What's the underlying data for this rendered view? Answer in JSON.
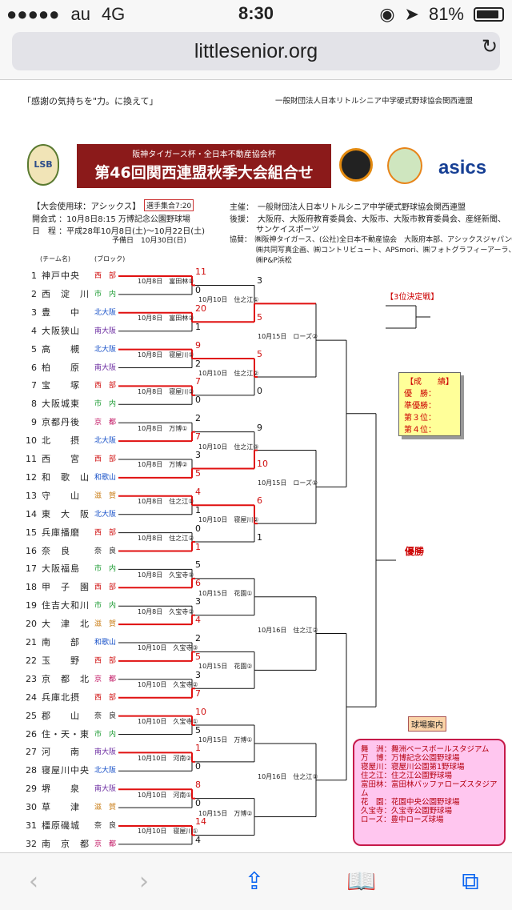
{
  "status": {
    "signal": "●●●●●",
    "carrier": "au",
    "network": "4G",
    "time": "8:30",
    "battery": "81%"
  },
  "browser": {
    "url": "littlesenior.org"
  },
  "doc": {
    "motto": "「感謝の気持ちを\"力。に換えて」",
    "org_top": "一般財団法人日本リトルシニア中学硬式野球協会関西連盟",
    "banner_sub": "阪神タイガース杯・全日本不動産協会杯",
    "banner_title": "第46回関西連盟秋季大会組合せ",
    "asics": "asics",
    "ball_label": "【大会使用球：アシックス】",
    "gather": "選手集合7:20",
    "opening": "開会式 ：10月8日8:15 万博記念公園野球場",
    "schedule": "日　程 ：平成28年10月8日(土)～10月22日(土)",
    "reserve": "予備日　10月30日(日)",
    "host": "主催：　一般財団法人日本リトルシニア中学硬式野球協会関西連盟",
    "support1": "後援：　大阪府、大阪府教育委員会、大阪市、大阪市教育委員会、産経新聞、",
    "support2": "サンケイスポーツ",
    "sponsor1": "協賛：　㈱阪神タイガース、(公社)全日本不動産協会　大阪府本部、アシックスジャパン㈱、",
    "sponsor2": "㈱共同写真企画、㈱コントリビュート、APSmori、㈱フォトグラフィーアーラ、",
    "sponsor3": "㈱P&P浜松",
    "col_team": "(チーム名)",
    "col_block": "(ブロック)",
    "third_place": "【3位決定戦】",
    "results_title": "【成　　績】",
    "results": [
      "優　勝：",
      "準優勝：",
      "第３位：",
      "第４位："
    ],
    "champion": "優勝",
    "venue_title": "球場案内",
    "venues": [
      "舞　洲：舞洲ベースボールスタジアム",
      "万　博：万博記念公園野球場",
      "寝屋川：寝屋川公園第1野球場",
      "住之江：住之江公園野球場",
      "富田林：富田林バッファローズスタジアム",
      "花　園：花園中央公園野球場",
      "久宝寺：久宝寺公園野球場",
      "ローズ：豊中ローズ球場"
    ]
  },
  "teams": [
    {
      "n": "1",
      "name": "神戸中央",
      "block": "西　部"
    },
    {
      "n": "2",
      "name": "西　淀　川",
      "block": "市　内"
    },
    {
      "n": "3",
      "name": "豊　　中",
      "block": "北大阪"
    },
    {
      "n": "4",
      "name": "大阪狭山",
      "block": "南大阪"
    },
    {
      "n": "5",
      "name": "高　　槻",
      "block": "北大阪"
    },
    {
      "n": "6",
      "name": "柏　　原",
      "block": "南大阪"
    },
    {
      "n": "7",
      "name": "宝　　塚",
      "block": "西　部"
    },
    {
      "n": "8",
      "name": "大阪城東",
      "block": "市　内"
    },
    {
      "n": "9",
      "name": "京都丹後",
      "block": "京　都"
    },
    {
      "n": "10",
      "name": "北　　摂",
      "block": "北大阪"
    },
    {
      "n": "11",
      "name": "西　　宮",
      "block": "西　部"
    },
    {
      "n": "12",
      "name": "和　歌　山",
      "block": "和歌山"
    },
    {
      "n": "13",
      "name": "守　　山",
      "block": "滋　賀"
    },
    {
      "n": "14",
      "name": "東　大　阪",
      "block": "北大阪"
    },
    {
      "n": "15",
      "name": "兵庫播磨",
      "block": "西　部"
    },
    {
      "n": "16",
      "name": "奈　良",
      "block": "奈　良"
    },
    {
      "n": "17",
      "name": "大阪福島",
      "block": "市　内"
    },
    {
      "n": "18",
      "name": "甲　子　園",
      "block": "西　部"
    },
    {
      "n": "19",
      "name": "住吉大和川",
      "block": "市　内"
    },
    {
      "n": "20",
      "name": "大　津　北",
      "block": "滋　賀"
    },
    {
      "n": "21",
      "name": "南　　部",
      "block": "和歌山"
    },
    {
      "n": "22",
      "name": "玉　　野",
      "block": "西　部"
    },
    {
      "n": "23",
      "name": "京　都　北",
      "block": "京　都"
    },
    {
      "n": "24",
      "name": "兵庫北摂",
      "block": "西　部"
    },
    {
      "n": "25",
      "name": "郡　　山",
      "block": "奈　良"
    },
    {
      "n": "26",
      "name": "住・天・東",
      "block": "市　内"
    },
    {
      "n": "27",
      "name": "河　　南",
      "block": "南大阪"
    },
    {
      "n": "28",
      "name": "寝屋川中央",
      "block": "北大阪"
    },
    {
      "n": "29",
      "name": "堺　　泉",
      "block": "南大阪"
    },
    {
      "n": "30",
      "name": "草　　津",
      "block": "滋　賀"
    },
    {
      "n": "31",
      "name": "橿原磯城",
      "block": "奈　良"
    },
    {
      "n": "32",
      "name": "南　京　都",
      "block": "京　都"
    }
  ],
  "block_colors": {
    "西　部": "#d01010",
    "市　内": "#1a9a30",
    "北大阪": "#1750c8",
    "南大阪": "#6a2aa0",
    "京　都": "#c01060",
    "和歌山": "#1750c8",
    "滋　賀": "#c87a10",
    "奈　良": "#222222"
  },
  "r1": [
    {
      "game": "10月8日　富田林①",
      "top": "11",
      "bot": "0",
      "win": "top"
    },
    {
      "game": "10月8日　富田林②",
      "top": "20",
      "bot": "1",
      "win": "top"
    },
    {
      "game": "10月8日　寝屋川①",
      "top": "9",
      "bot": "2",
      "win": "top"
    },
    {
      "game": "10月8日　寝屋川②",
      "top": "7",
      "bot": "0",
      "win": "top"
    },
    {
      "game": "10月8日　万博①",
      "top": "2",
      "bot": "7",
      "win": "bot"
    },
    {
      "game": "10月8日　万博②",
      "top": "3",
      "bot": "5",
      "win": "bot"
    },
    {
      "game": "10月8日　住之江①",
      "top": "4",
      "bot": "1",
      "win": "top"
    },
    {
      "game": "10月8日　住之江②",
      "top": "0",
      "bot": "1",
      "win": "bot"
    },
    {
      "game": "10月8日　久宝寺①",
      "top": "5",
      "bot": "6",
      "win": "bot"
    },
    {
      "game": "10月8日　久宝寺②",
      "top": "3",
      "bot": "4",
      "win": "bot"
    },
    {
      "game": "10月10日　久宝寺③",
      "top": "2",
      "bot": "5",
      "win": "bot"
    },
    {
      "game": "10月10日　久宝寺②",
      "top": "3",
      "bot": "7",
      "win": "bot"
    },
    {
      "game": "10月10日　久宝寺①",
      "top": "10",
      "bot": "5",
      "win": "top"
    },
    {
      "game": "10月10日　河南②",
      "top": "1",
      "bot": "0",
      "win": "top"
    },
    {
      "game": "10月10日　河南①",
      "top": "8",
      "bot": "0",
      "win": "top"
    },
    {
      "game": "10月10日　寝屋川①",
      "top": "14",
      "bot": "4",
      "win": "top"
    }
  ],
  "r2": [
    {
      "game": "10月10日　住之江①",
      "top": "3",
      "bot": "5",
      "win": "bot"
    },
    {
      "game": "10月10日　住之江②",
      "top": "5",
      "bot": "0",
      "win": "top"
    },
    {
      "game": "10月10日　住之江③",
      "top": "9",
      "bot": "10",
      "win": "bot"
    },
    {
      "game": "10月10日　寝屋川②",
      "top": "6",
      "bot": "1",
      "win": "top"
    },
    {
      "game": "10月15日　花園①",
      "top": "",
      "bot": "",
      "win": ""
    },
    {
      "game": "10月15日　花園②",
      "top": "",
      "bot": "",
      "win": ""
    },
    {
      "game": "10月15日　万博①",
      "top": "",
      "bot": "",
      "win": ""
    },
    {
      "game": "10月15日　万博②",
      "top": "",
      "bot": "",
      "win": ""
    }
  ],
  "r3": [
    {
      "game": "10月15日　ローズ②"
    },
    {
      "game": "10月15日　ローズ①"
    },
    {
      "game": "10月16日　住之江②"
    },
    {
      "game": "10月16日　住之江①"
    }
  ],
  "toolbar": {
    "back": "‹",
    "forward": "›",
    "share": "⇪",
    "bookmarks": "📖",
    "tabs": "⧉"
  }
}
